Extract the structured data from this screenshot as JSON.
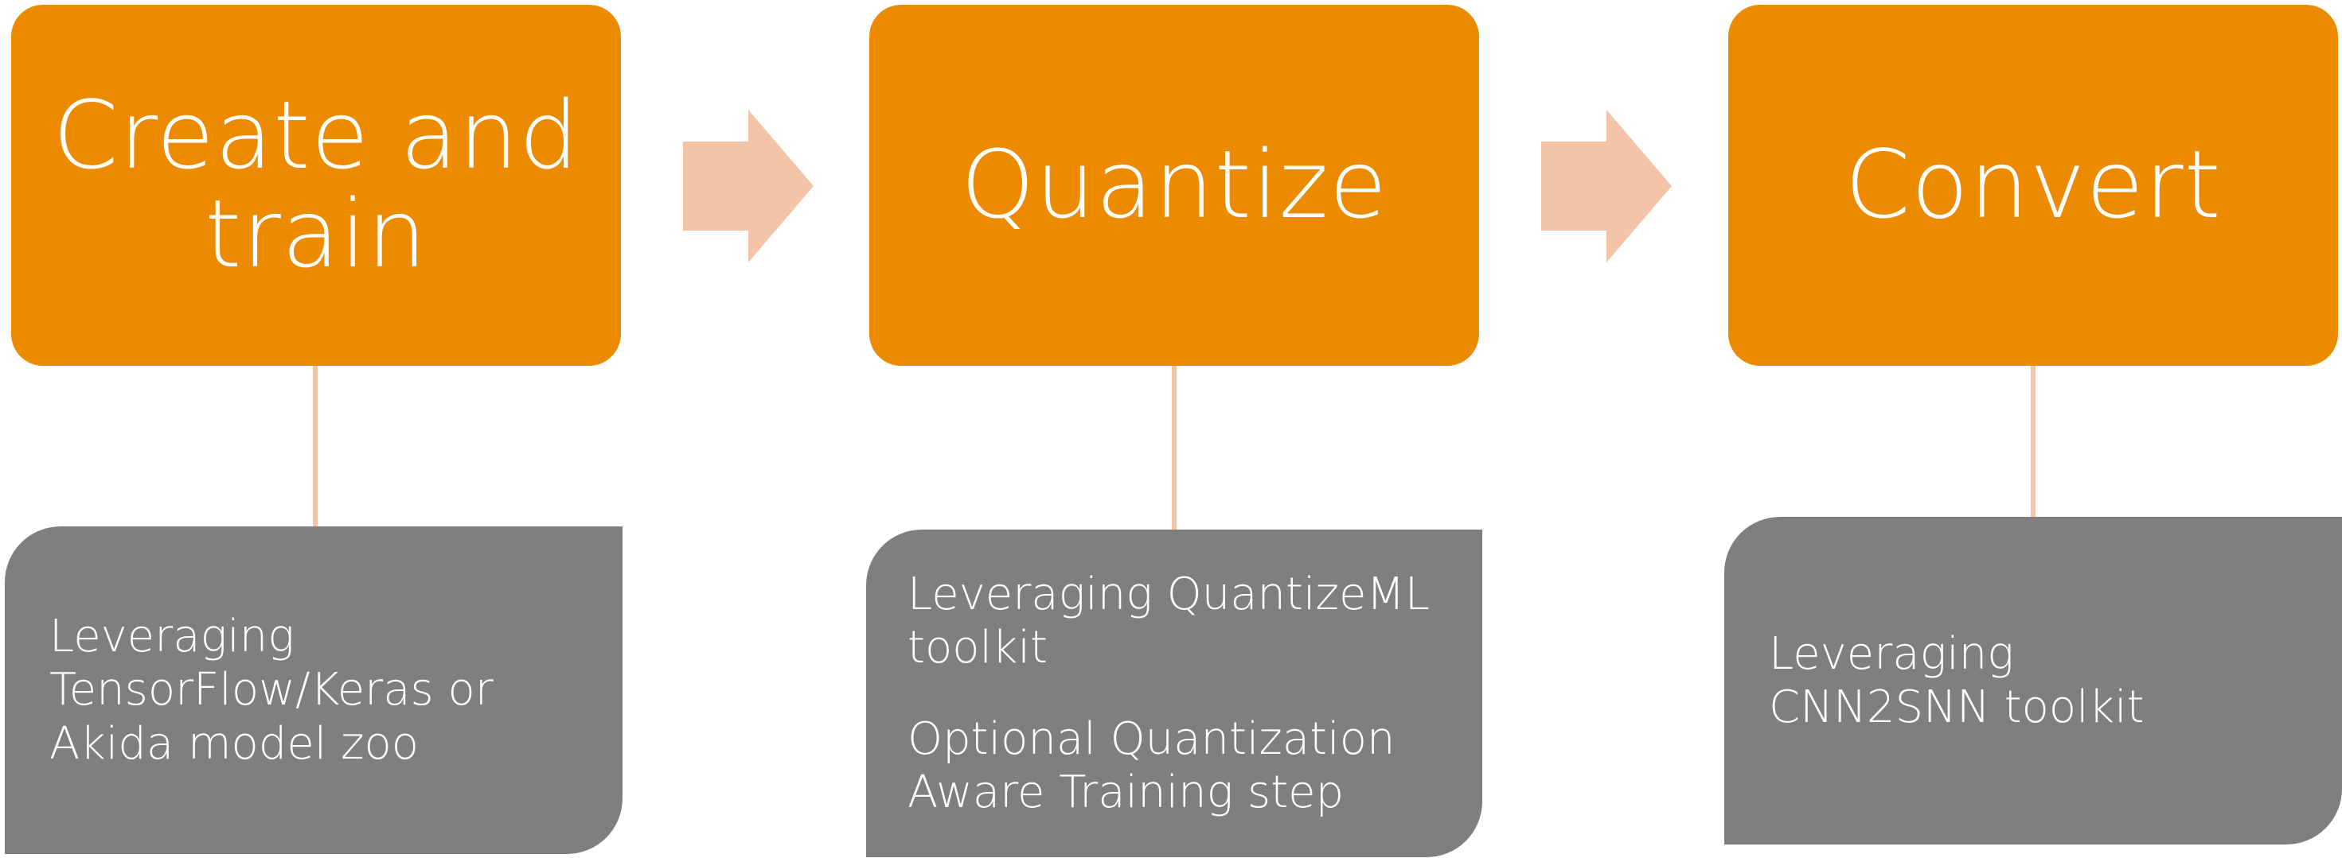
{
  "colors": {
    "stage_fill": "#EC8A00",
    "detail_fill": "#7F7F7F",
    "arrow_fill": "#F4C4A9",
    "connector": "#F4C4A9",
    "text": "#FFFFFF"
  },
  "stages": [
    {
      "title_lines": [
        "Create and",
        "train"
      ],
      "detail_paragraphs": [
        [
          "Leveraging",
          "TensorFlow/Keras or",
          "Akida model zoo"
        ]
      ]
    },
    {
      "title_lines": [
        "Quantize"
      ],
      "detail_paragraphs": [
        [
          "Leveraging QuantizeML",
          "toolkit"
        ],
        [
          "Optional Quantization",
          "Aware Training step"
        ]
      ]
    },
    {
      "title_lines": [
        "Convert"
      ],
      "detail_paragraphs": [
        [
          "Leveraging",
          "CNN2SNN toolkit"
        ]
      ]
    }
  ]
}
